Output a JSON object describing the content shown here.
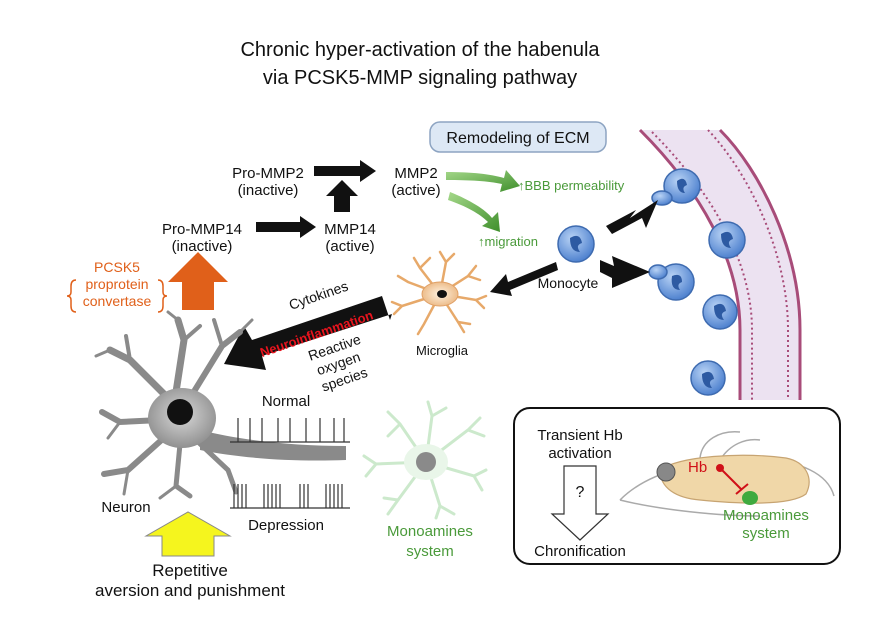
{
  "title": {
    "line1": "Chronic hyper-activation of the habenula",
    "line2": "via PCSK5-MMP signaling pathway"
  },
  "ecm_label": "Remodeling of ECM",
  "pro_mmp2": {
    "name": "Pro-MMP2",
    "state": "(inactive)"
  },
  "mmp2": {
    "name": "MMP2",
    "state": "(active)"
  },
  "pro_mmp14": {
    "name": "Pro-MMP14",
    "state": "(inactive)"
  },
  "mmp14": {
    "name": "MMP14",
    "state": "(active)"
  },
  "bbb_label": "↑BBB permeability",
  "migration_label": "↑migration",
  "monocyte_label": "Monocyte",
  "microglia_label": "Microglia",
  "pcsk5": {
    "line1": "PCSK5",
    "line2": "proprotein",
    "line3": "convertase"
  },
  "cytokines_label": "Cytokines",
  "neuroinflammation_label": "Neuroinflammation",
  "ros": {
    "line1": "Reactive",
    "line2": "oxygen",
    "line3": "species"
  },
  "normal_label": "Normal",
  "depression_label": "Depression",
  "neuron_label": "Neuron",
  "monoamines_left": {
    "line1": "Monoamines",
    "line2": "system"
  },
  "stimulus": {
    "line1": "Repetitive",
    "line2": "aversion and punishment"
  },
  "inset": {
    "transient_line1": "Transient Hb",
    "transient_line2": "activation",
    "question": "?",
    "chronification": "Chronification",
    "hb": "Hb",
    "monoamines_line1": "Monoamines",
    "monoamines_line2": "system"
  },
  "colors": {
    "orange": "#e0601a",
    "green": "#4a9a3a",
    "red": "#e8141e",
    "vessel": "#e9dff0",
    "monocyte": "#5b8fd8",
    "yellow": "#f5f51e"
  }
}
